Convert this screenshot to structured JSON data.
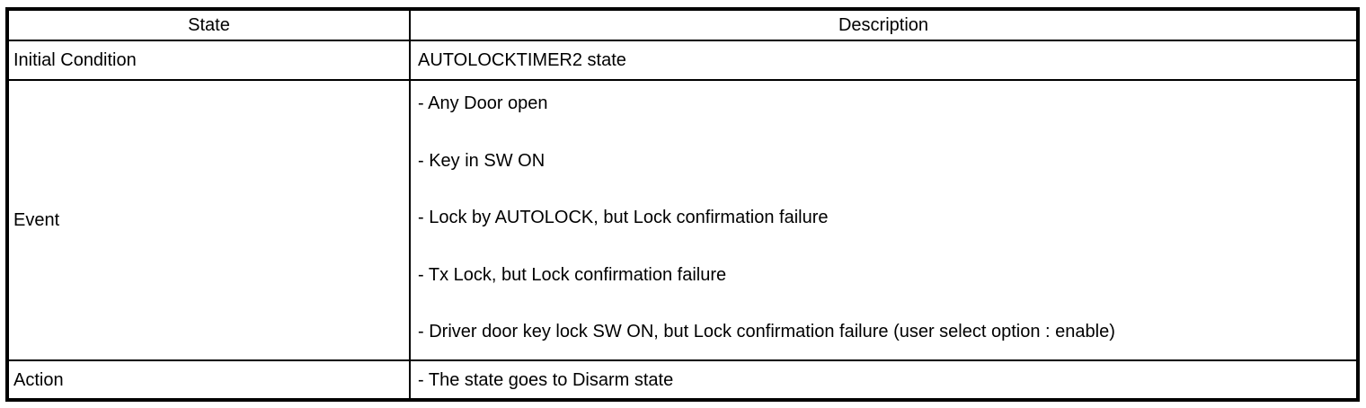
{
  "table": {
    "headers": {
      "state": "State",
      "description": "Description"
    },
    "rows": [
      {
        "state": "Initial Condition",
        "description": [
          "AUTOLOCKTIMER2 state"
        ]
      },
      {
        "state": "Event",
        "description": [
          "- Any Door open",
          "- Key in SW ON",
          "- Lock by AUTOLOCK, but Lock confirmation failure",
          "- Tx Lock, but Lock confirmation failure",
          "- Driver door key lock SW ON, but Lock confirmation failure (user select option : enable)"
        ]
      },
      {
        "state": "Action",
        "description": [
          "- The state goes to Disarm state"
        ]
      }
    ]
  },
  "colors": {
    "border": "#000000",
    "text": "#000000",
    "background": "#ffffff"
  }
}
